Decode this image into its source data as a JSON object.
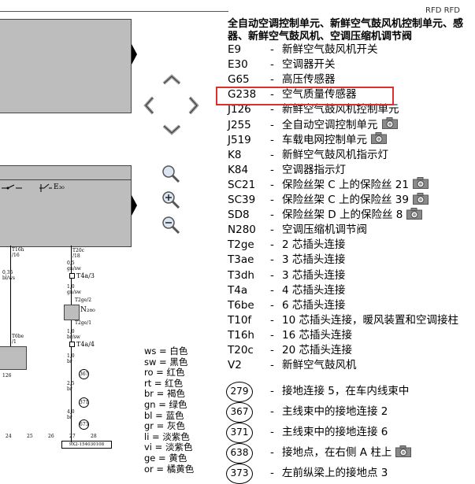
{
  "header": {
    "top_right": "RFD  RFD"
  },
  "diagram": {
    "components": [
      "E₃₀",
      "T4a/3",
      "N₂₈₀",
      "T4a/4"
    ],
    "labels_left": [
      "T16h\n/16",
      "0,35\nbl/ws",
      "T6be\n/1",
      "126"
    ],
    "labels_mid": [
      "T20c\n/18",
      "0,5\ngn/sw",
      "1,0\ngn/sw",
      "T2ge/2",
      "T2ge/1",
      "1,0\nbr/sw",
      "1,0\nbr",
      "2,5\nbr",
      "4,0\nbr"
    ],
    "grounds": [
      "367",
      "371",
      "673"
    ],
    "scale": [
      "24",
      "25",
      "26",
      "27",
      "28"
    ],
    "doc_id": "9X2-154030108"
  },
  "legend": {
    "title": "全自动空调控制单元、新鲜空气鼓风机控制单元、感器、新鲜空气鼓风机、空调压缩机调节阀",
    "items": [
      {
        "code": "E9",
        "desc": "新鲜空气鼓风机开关",
        "cam": false
      },
      {
        "code": "E30",
        "desc": "空调器开关",
        "cam": false
      },
      {
        "code": "G65",
        "desc": "高压传感器",
        "cam": false
      },
      {
        "code": "G238",
        "desc": "空气质量传感器",
        "cam": false
      },
      {
        "code": "J126",
        "desc": "新鲜空气鼓风机控制单元",
        "cam": false
      },
      {
        "code": "J255",
        "desc": "全自动空调控制单元",
        "cam": true
      },
      {
        "code": "J519",
        "desc": "车载电网控制单元",
        "cam": true
      },
      {
        "code": "K8",
        "desc": "新鲜空气鼓风机指示灯",
        "cam": false
      },
      {
        "code": "K84",
        "desc": "空调器指示灯",
        "cam": false
      },
      {
        "code": "SC21",
        "desc": "保险丝架 C 上的保险丝 21",
        "cam": true
      },
      {
        "code": "SC39",
        "desc": "保险丝架 C 上的保险丝 39",
        "cam": true
      },
      {
        "code": "SD8",
        "desc": "保险丝架 D 上的保险丝 8",
        "cam": true
      },
      {
        "code": "N280",
        "desc": "空调压缩机调节阀",
        "cam": false
      },
      {
        "code": "T2ge",
        "desc": "2 芯插头连接",
        "cam": false
      },
      {
        "code": "T3ae",
        "desc": "3 芯插头连接",
        "cam": false
      },
      {
        "code": "T3dh",
        "desc": "3 芯插头连接",
        "cam": false
      },
      {
        "code": "T4a",
        "desc": "4 芯插头连接",
        "cam": false
      },
      {
        "code": "T6be",
        "desc": "6 芯插头连接",
        "cam": false
      },
      {
        "code": "T10f",
        "desc": "10 芯插头连接，暖风装置和空调接柱",
        "cam": false
      },
      {
        "code": "T16h",
        "desc": "16 芯插头连接",
        "cam": false
      },
      {
        "code": "T20c",
        "desc": "20 芯插头连接",
        "cam": false
      },
      {
        "code": "V2",
        "desc": "新鲜空气鼓风机",
        "cam": false
      }
    ],
    "ground_items": [
      {
        "num": "279",
        "desc": "接地连接 5，在车内线束中",
        "cam": false
      },
      {
        "num": "367",
        "desc": "主线束中的接地连接 2",
        "cam": false
      },
      {
        "num": "371",
        "desc": "主线束中的接地连接 6",
        "cam": false
      },
      {
        "num": "638",
        "desc": "接地点，在右侧 A 柱上",
        "cam": true
      },
      {
        "num": "373",
        "desc": "左前纵梁上的接地点 3",
        "cam": false
      }
    ],
    "dash": "-"
  },
  "colors": [
    "ws = 白色",
    "sw = 黑色",
    "ro = 红色",
    "rt = 红色",
    "br = 褐色",
    "gn = 绿色",
    "bl = 蓝色",
    "gr = 灰色",
    "li = 淡紫色",
    "vi = 淡紫色",
    "ge = 黄色",
    "or = 橘黄色"
  ],
  "theme": {
    "highlight": "#d9312b",
    "panel": "#bdbdbd",
    "nav": "#9a9a9a"
  }
}
